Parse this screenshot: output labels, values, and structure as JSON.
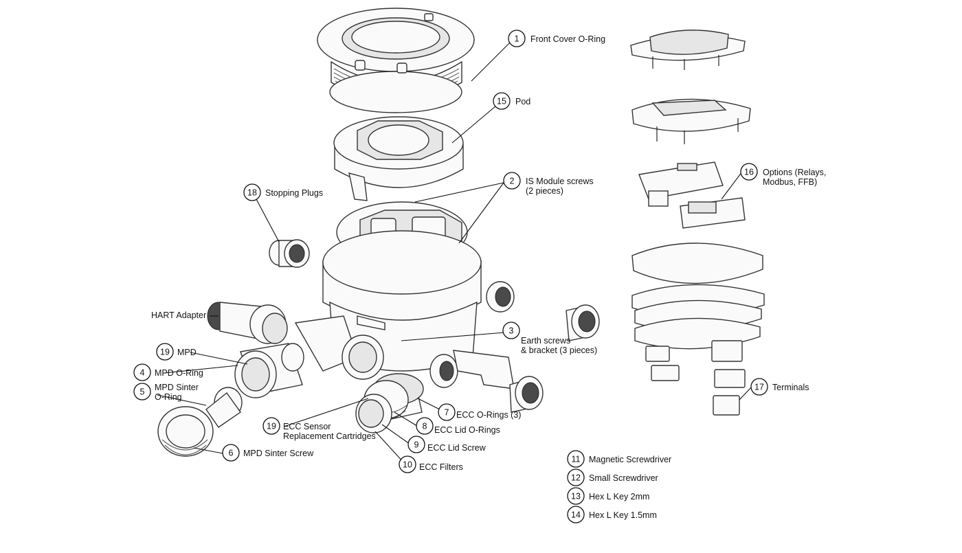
{
  "callouts": [
    {
      "id": "c1",
      "number": "1",
      "lines": [
        "Front Cover O-Ring"
      ]
    },
    {
      "id": "c15",
      "number": "15",
      "lines": [
        "Pod"
      ]
    },
    {
      "id": "c2",
      "number": "2",
      "lines": [
        "IS Module screws",
        "(2 pieces)"
      ]
    },
    {
      "id": "c18",
      "number": "18",
      "lines": [
        "Stopping Plugs"
      ]
    },
    {
      "id": "c16",
      "number": "16",
      "lines": [
        "Options (Relays,",
        "Modbus, FFB)"
      ]
    },
    {
      "id": "cH",
      "number": "",
      "lines": [
        "HART Adapter"
      ]
    },
    {
      "id": "c3",
      "number": "3",
      "lines": [
        "Earth screws",
        "& bracket (3 pieces)"
      ]
    },
    {
      "id": "c19a",
      "number": "19",
      "lines": [
        "MPD"
      ]
    },
    {
      "id": "c4",
      "number": "4",
      "lines": [
        "MPD O-Ring"
      ]
    },
    {
      "id": "c5",
      "number": "5",
      "lines": [
        "MPD Sinter",
        "O-Ring"
      ]
    },
    {
      "id": "c17",
      "number": "17",
      "lines": [
        "Terminals"
      ]
    },
    {
      "id": "c7",
      "number": "7",
      "lines": [
        "ECC O-Rings (3)"
      ]
    },
    {
      "id": "c19b",
      "number": "19",
      "lines": [
        "ECC Sensor",
        "Replacement Cartridges"
      ]
    },
    {
      "id": "c8",
      "number": "8",
      "lines": [
        "ECC Lid O-Rings"
      ]
    },
    {
      "id": "c9",
      "number": "9",
      "lines": [
        "ECC Lid Screw"
      ]
    },
    {
      "id": "c6",
      "number": "6",
      "lines": [
        "MPD Sinter Screw"
      ]
    },
    {
      "id": "c10",
      "number": "10",
      "lines": [
        "ECC Filters"
      ]
    },
    {
      "id": "c11",
      "number": "11",
      "lines": [
        "Magnetic Screwdriver"
      ]
    },
    {
      "id": "c12",
      "number": "12",
      "lines": [
        "Small Screwdriver"
      ]
    },
    {
      "id": "c13",
      "number": "13",
      "lines": [
        "Hex L Key 2mm"
      ]
    },
    {
      "id": "c14",
      "number": "14",
      "lines": [
        "Hex L Key 1.5mm"
      ]
    }
  ]
}
